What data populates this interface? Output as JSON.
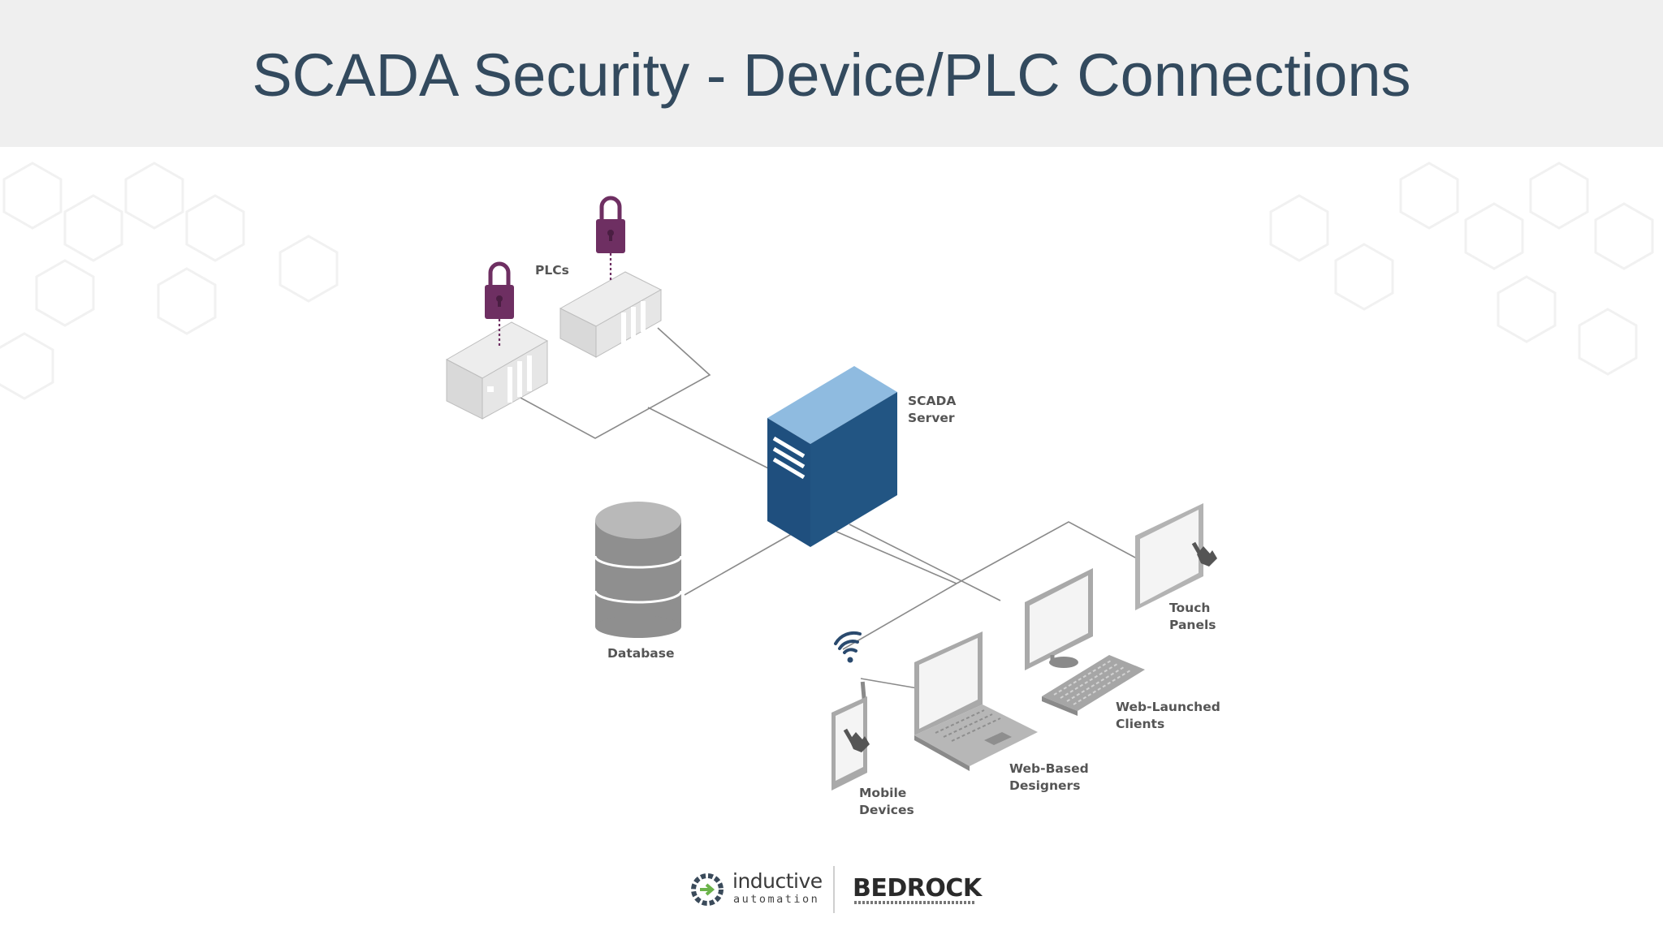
{
  "slide": {
    "title": "SCADA Security - Device/PLC Connections"
  },
  "diagram": {
    "labels": {
      "plcs": "PLCs",
      "scada_server": "SCADA\nServer",
      "database": "Database",
      "touch_panels": "Touch\nPanels",
      "web_launched_clients": "Web-Launched\nClients",
      "web_based_designers": "Web-Based\nDesigners",
      "mobile_devices": "Mobile\nDevices"
    },
    "icons": [
      "padlock-icon",
      "plc-rack-icon",
      "server-tower-icon",
      "database-cylinder-icon",
      "touch-panel-icon",
      "monitor-keyboard-icon",
      "laptop-icon",
      "mobile-phone-icon",
      "wifi-icon"
    ],
    "colors": {
      "lock": "#6e2f62",
      "server_front": "#1f4f7e",
      "server_top": "#8fbbe0",
      "title_text": "#334a5e"
    }
  },
  "logos": {
    "inductive_line1": "inductive",
    "inductive_line2": "automation",
    "bedrock": "BEDROCK"
  }
}
